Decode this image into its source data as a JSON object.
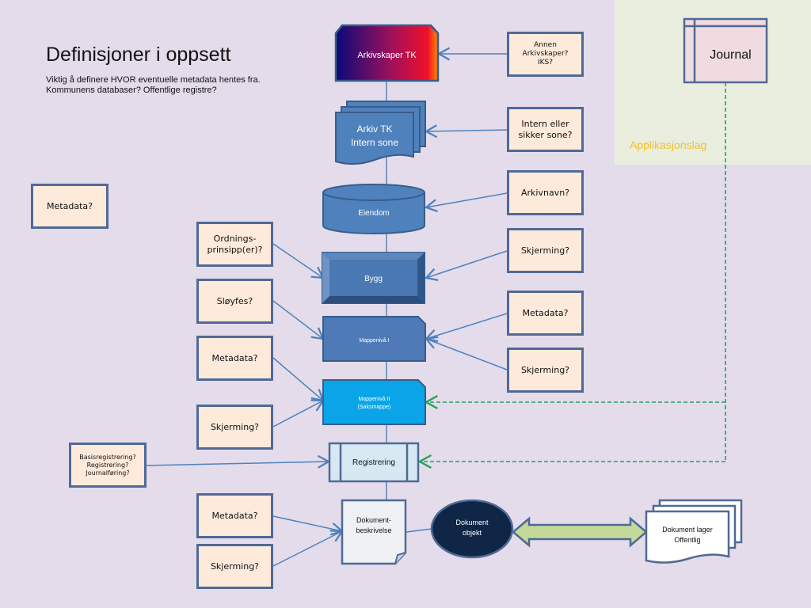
{
  "header": {
    "title": "Definisjoner i oppsett",
    "subtitle": "Viktig å definere HVOR eventuelle metadata hentes fra. Kommunens databaser? Offentlige registre?"
  },
  "application_layer": {
    "label": "Applikasjonslag",
    "journal": "Journal"
  },
  "flow": {
    "arkivskaper": "Arkivskaper TK",
    "arkiv_line1": "Arkiv TK",
    "arkiv_line2": "Intern sone",
    "eiendom": "Eiendom",
    "bygg": "Bygg",
    "mappeniva1": "Mappenivå I",
    "mappeniva2_line1": "Mappenivå II",
    "mappeniva2_line2": "(Saksmappe)",
    "registrering": "Registrering",
    "dokbeskrivelse_line1": "Dokument-",
    "dokbeskrivelse_line2": "beskrivelse",
    "dokobjekt_line1": "Dokument",
    "dokobjekt_line2": "objekt",
    "doklager_line1": "Dokument lager",
    "doklager_line2": "Offentlig"
  },
  "questions": {
    "annen_arkivskaper": [
      "Annen",
      "Arkivskaper?",
      "IKS?"
    ],
    "intern_sone": [
      "Intern eller",
      "sikker sone?"
    ],
    "arkivnavn": "Arkivnavn?",
    "skjerming_bygg": "Skjerming?",
    "metadata_m1": "Metadata?",
    "skjerming_m1": "Skjerming?",
    "metadata_left_top": "Metadata?",
    "ordningsprinsipp": [
      "Ordnings-",
      "prinsipp(er)?"
    ],
    "sloyfes": "Sløyfes?",
    "metadata_m2": "Metadata?",
    "skjerming_m2": "Skjerming?",
    "basisregistrering": [
      "Basisregistrering?",
      "Registrering?",
      "Journalføring?"
    ],
    "metadata_dok": "Metadata?",
    "skjerming_dok": "Skjerming?"
  },
  "colors": {
    "background": "#e4dcea",
    "app_panel": "#e9eedf",
    "app_label": "#f2c12e",
    "node_blue": "#4f81bd",
    "node_border": "#385d8a",
    "node_cyan": "#0aa5e8",
    "question_fill": "#fdeada",
    "question_border": "#4f6a96",
    "connector": "#4f81bd",
    "dashed_green": "#1fa35c",
    "journal_fill": "#f0dbe0",
    "registrering_fill": "#d7e8f3",
    "dokobjekt_fill": "#0f2647",
    "double_arrow_fill": "#c4d89a"
  }
}
